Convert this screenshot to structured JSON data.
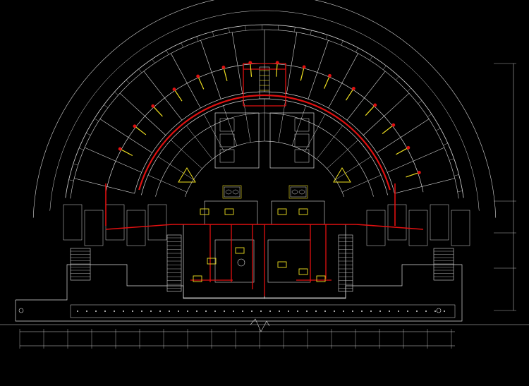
{
  "drawing": {
    "background": "#000000",
    "linework_color": "#d9d9d9",
    "wiring_color": "#e01010",
    "equipment_color": "#f0e020",
    "plan_shape": "semicircular floor plan",
    "stair_count": 4,
    "elevator_lobbies": 2
  }
}
